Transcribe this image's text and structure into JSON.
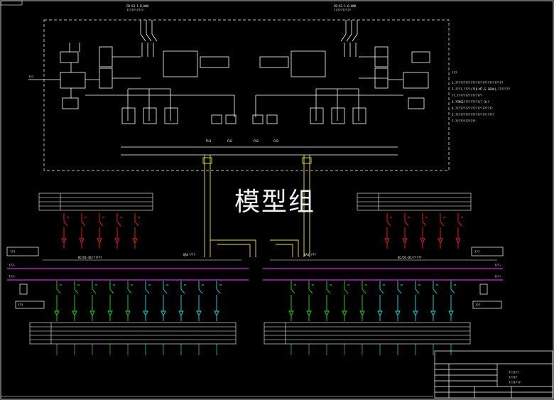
{
  "watermark": "模型组",
  "colors": {
    "background": "#000000",
    "line": "#ffffff",
    "busbar": "#e020e0",
    "feeder_red": "#ff2020",
    "feeder_green": "#20e020",
    "feeder_cyan": "#20e0e0",
    "yellow": "#e8e830"
  },
  "notes_title": "???",
  "notes": [
    "1.????????????????????????????",
    "2.????,????(?IU-MT,S-16OA),???????",
    "  ??,???????????????",
    "3.?FMS1?????????(?-3)?",
    "4.??????????????????????",
    "5.???????????????????????",
    "7.????????????"
  ],
  "title_block": {
    "line1": "??????",
    "line2": "?????",
    "line3": "???????"
  },
  "transformer_left": {
    "code": "CB-63-1-B-WAH",
    "sub": "??????????"
  },
  "transformer_right": {
    "code": "CB-63-1-B-WAH",
    "sub": "??????????"
  },
  "left_voltage": "???",
  "bus_labels": {
    "left_top": "???-",
    "left_bot": "???-",
    "right_top": "???-",
    "right_bot": "???-"
  },
  "busbar_names": {
    "left": "DC/DC-DC/?????",
    "right": "DC/DC-DC/?????"
  },
  "tie_labels": {
    "left": "QA3-???",
    "right": "QA3-???"
  },
  "fuse_labels": [
    "FU1",
    "FU1",
    "FU2",
    "FU2"
  ],
  "device_labels": [
    "???",
    "???",
    "???",
    "???"
  ]
}
